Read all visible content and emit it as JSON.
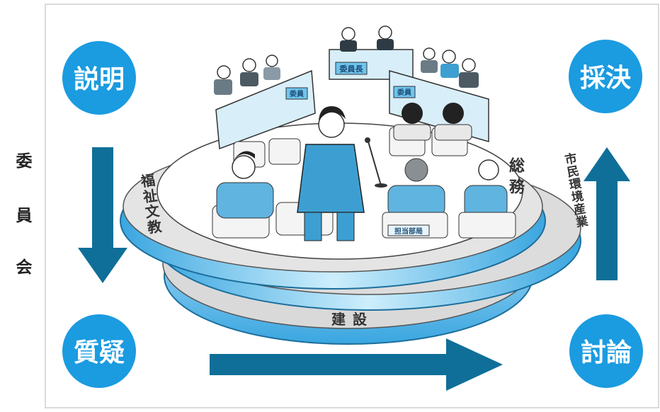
{
  "side_label": [
    "委",
    "員",
    "会"
  ],
  "steps": {
    "explanation": "説明",
    "decision": "採決",
    "questions": "質疑",
    "discussion": "討論"
  },
  "committees": {
    "welfare_education": "福祉文教",
    "general_affairs": "総務",
    "civic_environment_industry": "市民環境産業",
    "construction": "建設"
  },
  "plates": {
    "chair": "委員長",
    "member_left": "委員",
    "member_right": "委員",
    "staff": "担当部局"
  },
  "colors": {
    "circle": "#1b9be0",
    "arrow": "#0f6f98",
    "ring_blue": "#6fc4ee",
    "ring_gray": "#d6d6d6",
    "person": "#3d9fd1"
  }
}
